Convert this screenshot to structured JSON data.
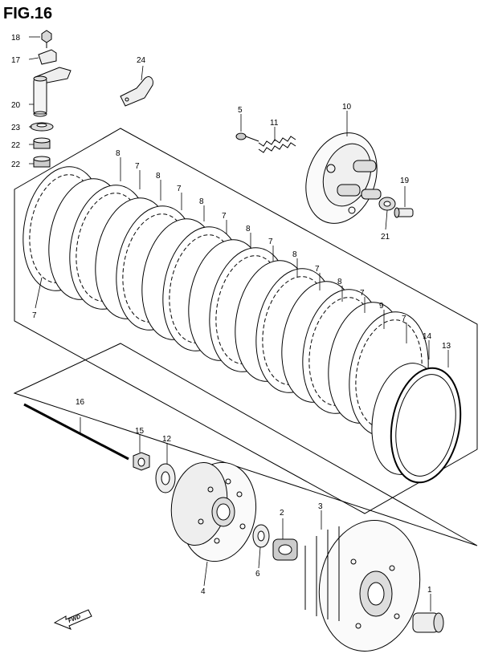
{
  "figure_title": "FIG.16",
  "fwd_label": "FWD",
  "callouts": {
    "c18": "18",
    "c17": "17",
    "c20": "20",
    "c23": "23",
    "c22a": "22",
    "c22b": "22",
    "c24": "24",
    "c5": "5",
    "c11": "11",
    "c10": "10",
    "c19": "19",
    "c21": "21",
    "c8a": "8",
    "c7a": "7",
    "c8b": "8",
    "c7b": "7",
    "c8c": "8",
    "c7c": "7",
    "c8d": "8",
    "c7d": "7",
    "c8e": "8",
    "c7e": "7",
    "c8f": "8",
    "c7f": "7",
    "c9": "9",
    "c7g": "7",
    "c14": "14",
    "c13": "13",
    "c7left": "7",
    "c16": "16",
    "c15": "15",
    "c12": "12",
    "c3": "3",
    "c2": "2",
    "c6": "6",
    "c4": "4",
    "c1": "1"
  }
}
